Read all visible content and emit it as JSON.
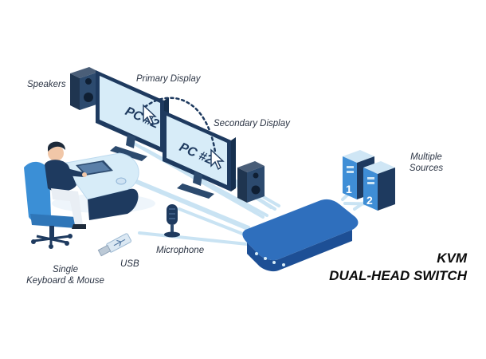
{
  "labels": {
    "speakers": "Speakers",
    "primary_display": "Primary Display",
    "secondary_display": "Secondary Display",
    "multiple_sources_line1": "Multiple",
    "multiple_sources_line2": "Sources",
    "single_line1": "Single",
    "single_line2": "Keyboard & Mouse",
    "usb": "USB",
    "microphone": "Microphone"
  },
  "screens": {
    "primary": "PC #2",
    "secondary": "PC #2"
  },
  "towers": {
    "first": "1",
    "second": "2"
  },
  "title": {
    "line1": "KVM",
    "line2": "DUAL-HEAD SWITCH"
  },
  "colors": {
    "cable": "#c9e3f3",
    "switch_top": "#2f6fbd",
    "switch_side": "#1d4f95",
    "accent_dark": "#1e3a5f",
    "screen": "#d7ecf8"
  }
}
